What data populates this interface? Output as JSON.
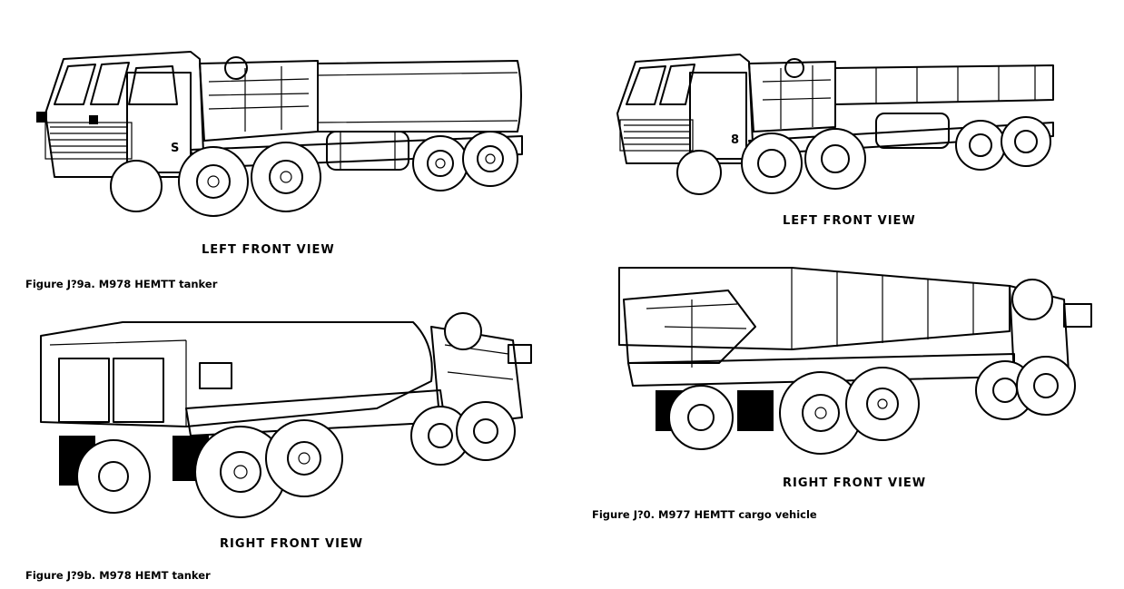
{
  "figures": [
    {
      "view_label": "LEFT FRONT VIEW",
      "caption": "Figure J?9a. M978 HEMTT tanker",
      "door_number": "S"
    },
    {
      "view_label": "RIGHT FRONT VIEW",
      "caption": "Figure J?9b. M978 HEMT tanker"
    },
    {
      "view_label": "LEFT FRONT VIEW",
      "door_number": "8"
    },
    {
      "view_label": "RIGHT FRONT VIEW",
      "caption": "Figure J?0. M977 HEMTT cargo vehicle"
    }
  ]
}
